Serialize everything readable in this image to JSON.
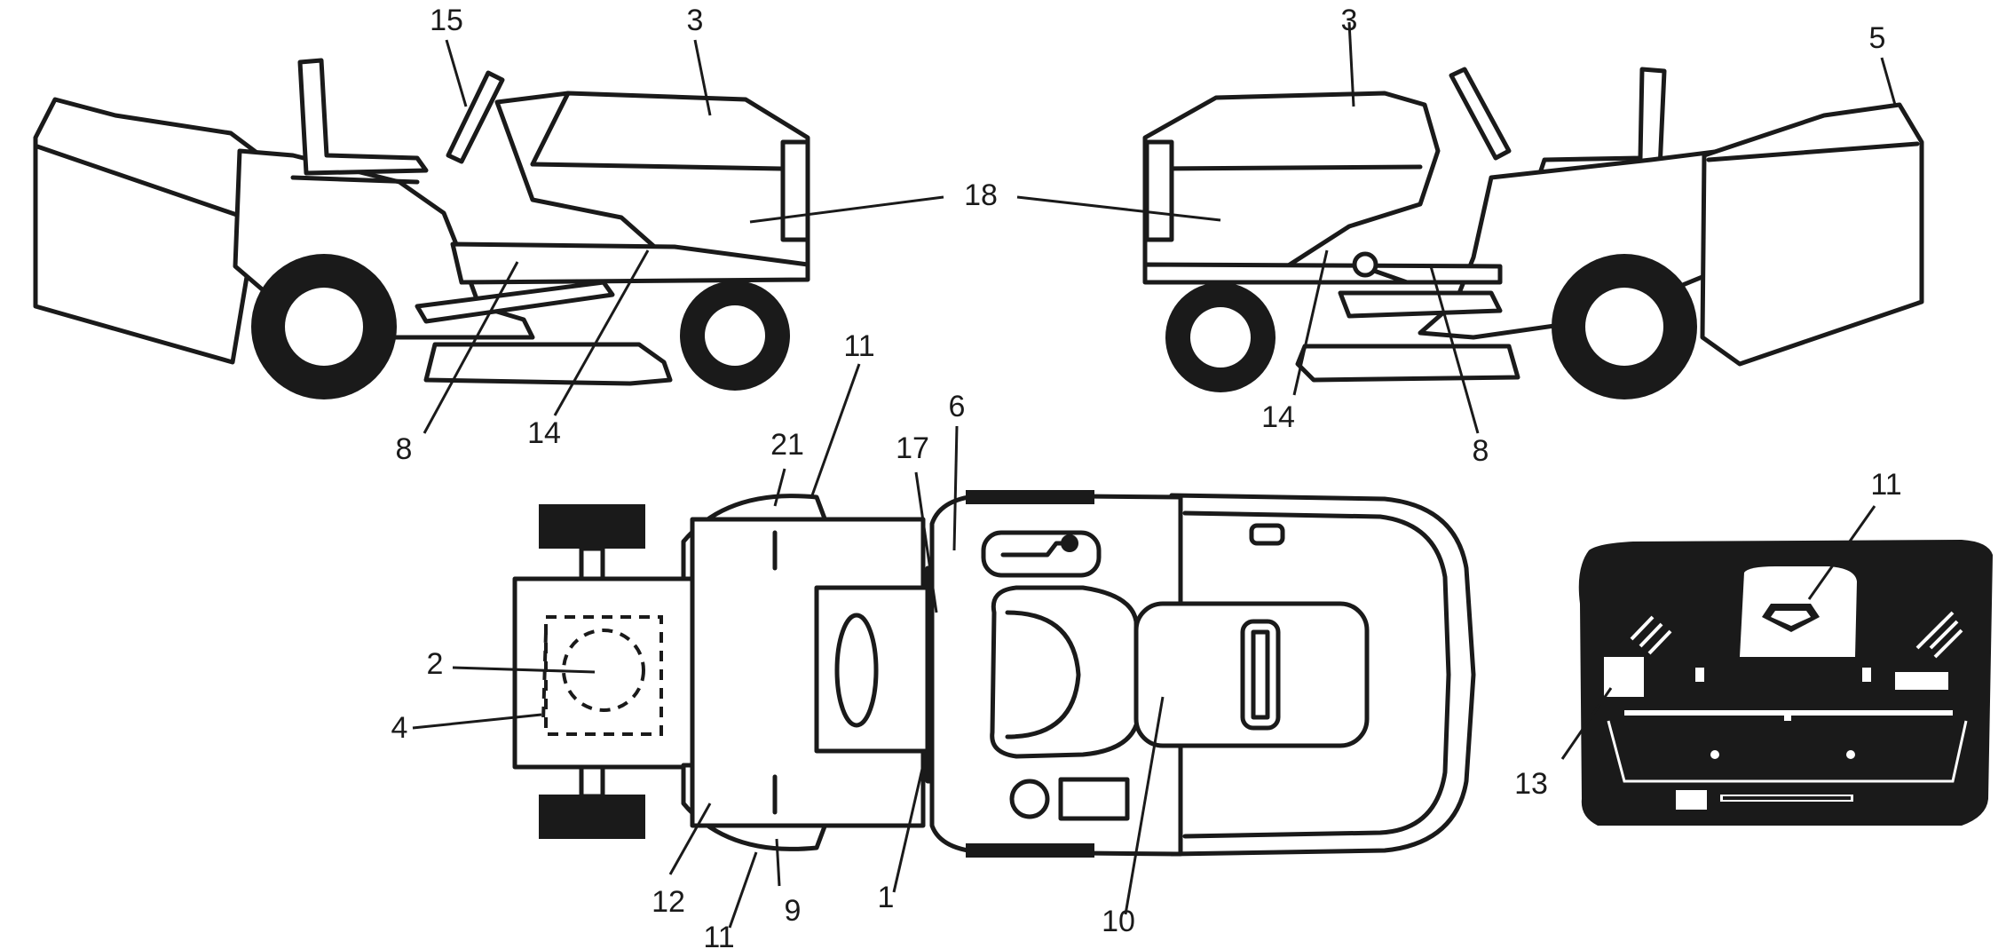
{
  "callouts": {
    "c15": "15",
    "c3_left": "3",
    "c18": "18",
    "c8_left": "8",
    "c14_left": "14",
    "c3_right": "3",
    "c5": "5",
    "c14_right": "14",
    "c8_right": "8",
    "c11_top": "11",
    "c21": "21",
    "c17": "17",
    "c6": "6",
    "c2": "2",
    "c4": "4",
    "c12": "12",
    "c11_bottom": "11",
    "c9": "9",
    "c1": "1",
    "c10": "10",
    "c11_panel": "11",
    "c13": "13"
  },
  "colors": {
    "ink": "#1a1a1a",
    "background": "#ffffff"
  }
}
